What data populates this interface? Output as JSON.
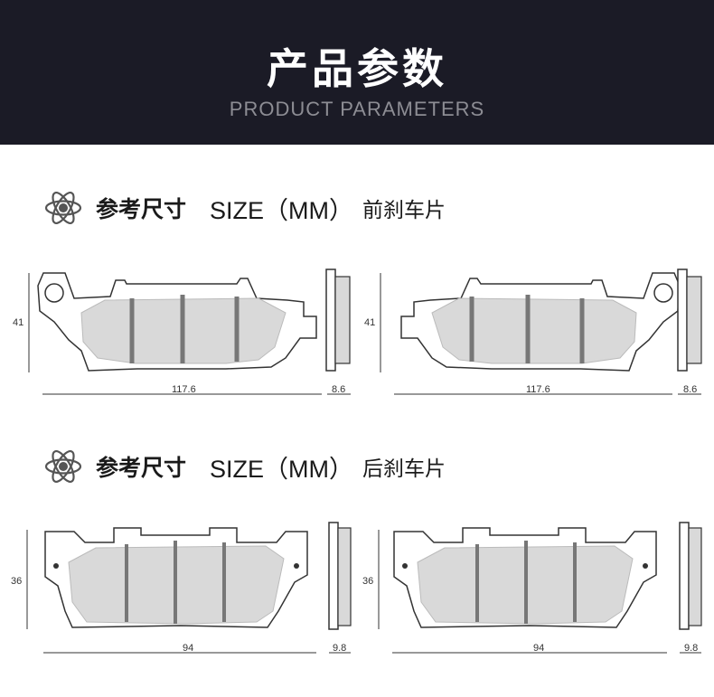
{
  "header": {
    "title": "产品参数",
    "subtitle": "PRODUCT PARAMETERS"
  },
  "colors": {
    "header_bg": "#1b1b26",
    "friction": "#d9d9d9",
    "outline": "#333333"
  },
  "sections": [
    {
      "icon": "atom-icon",
      "ref_label": "参考尺寸",
      "size_label": "SIZE（MM）",
      "pad_label": "前刹车片",
      "height": "41",
      "length": "117.6",
      "thickness": "8.6"
    },
    {
      "icon": "atom-icon",
      "ref_label": "参考尺寸",
      "size_label": "SIZE（MM）",
      "pad_label": "后刹车片",
      "height": "36",
      "length": "94",
      "thickness": "9.8"
    }
  ]
}
